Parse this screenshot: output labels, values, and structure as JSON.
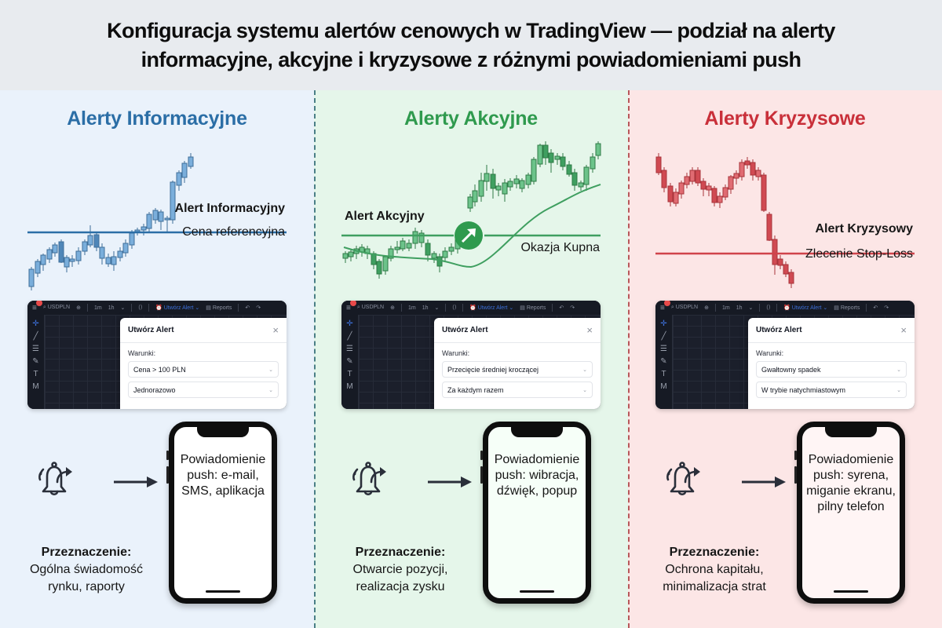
{
  "header": {
    "title": "Konfiguracja systemu alertów cenowych w TradingView — podział na alerty informacyjne, akcyjne i kryzysowe z różnymi powiadomieniami push"
  },
  "colors": {
    "info_accent": "#2b6ea6",
    "action_accent": "#2f9a4e",
    "crisis_accent": "#c9303a",
    "info_bg": "#eaf2fb",
    "action_bg": "#e5f6ea",
    "crisis_bg": "#fce6e6"
  },
  "panels": [
    {
      "title": "Alerty Informacyjne",
      "chart": {
        "line_label": "Alert Informacyjny",
        "sub_label": "Cena referencyjna",
        "trend": "uptrend-breakout"
      },
      "tv": {
        "symbol": "USDPLN",
        "intervals": [
          "1m",
          "1h"
        ],
        "alert_button": "Utwórz Alert",
        "reports_button": "Reports",
        "dialog_title": "Utwórz Alert",
        "conditions_label": "Warunki:",
        "condition": "Cena > 100 PLN",
        "frequency": "Jednorazowo"
      },
      "phone_text": "Powiadomienie push: e-mail, SMS, aplikacja",
      "purpose_label": "Przeznaczenie:",
      "purpose_text": "Ogólna świadomość rynku, raporty"
    },
    {
      "title": "Alerty Akcyjne",
      "chart": {
        "line_label": "Alert Akcyjny",
        "sub_label": "Okazja Kupna",
        "trend": "ma-crossover"
      },
      "tv": {
        "symbol": "USDPLN",
        "intervals": [
          "1m",
          "1h"
        ],
        "alert_button": "Utwórz Alert",
        "reports_button": "Reports",
        "dialog_title": "Utwórz Alert",
        "conditions_label": "Warunki:",
        "condition": "Przecięcie średniej kroczącej",
        "frequency": "Za każdym razem"
      },
      "phone_text": "Powiadomienie push: wibracja, dźwięk, popup",
      "purpose_label": "Przeznaczenie:",
      "purpose_text": "Otwarcie pozycji, realizacja zysku"
    },
    {
      "title": "Alerty Kryzysowe",
      "chart": {
        "line_label": "Alert Kryzysowy",
        "sub_label": "Zlecenie Stop-Loss",
        "trend": "crash"
      },
      "tv": {
        "symbol": "USDPLN",
        "intervals": [
          "1m",
          "1h"
        ],
        "alert_button": "Utwórz Alert",
        "reports_button": "Reports",
        "dialog_title": "Utwórz Alert",
        "conditions_label": "Warunki:",
        "condition": "Gwałtowny spadek",
        "frequency": "W trybie natychmiastowym"
      },
      "phone_text": "Powiadomienie push: syrena, miganie ekranu, pilny telefon",
      "purpose_label": "Przeznaczenie:",
      "purpose_text": "Ochrona kapitału, minimalizacja strat"
    }
  ],
  "icons": {
    "bell": "bell-ringing-with-share-arrow",
    "arrow": "right-arrow",
    "close": "×",
    "chevron": "⌄"
  }
}
